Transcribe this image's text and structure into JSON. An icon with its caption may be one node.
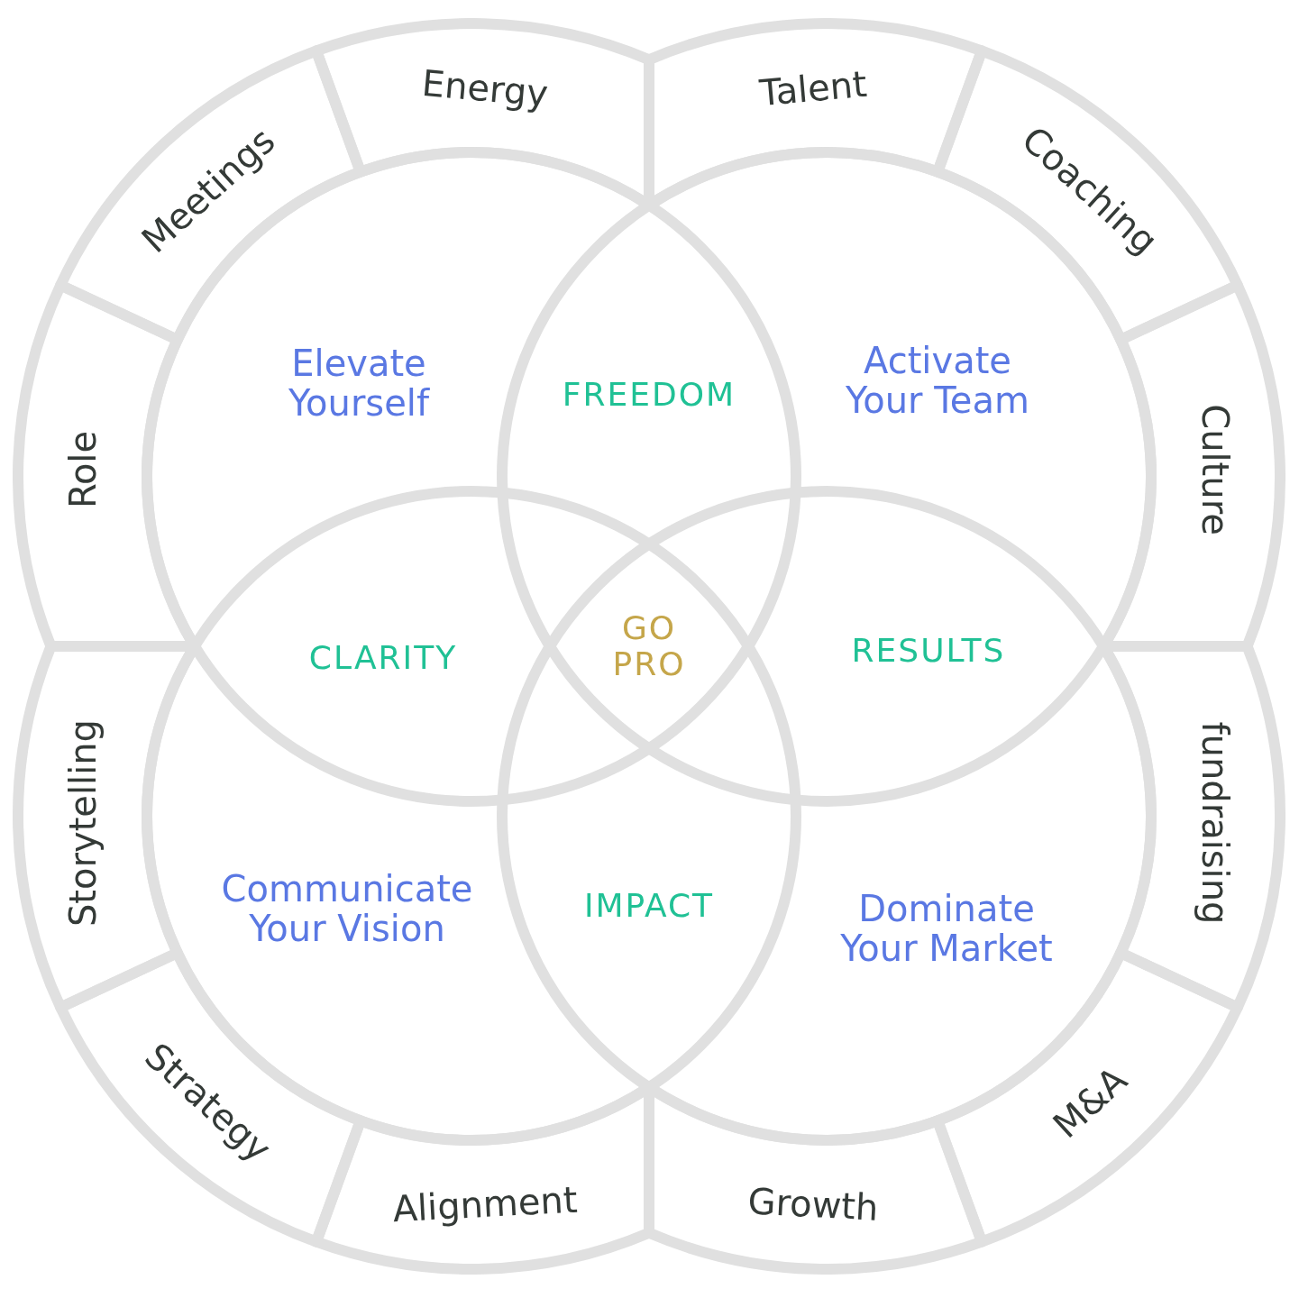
{
  "diagram": {
    "nodes": [
      {
        "text": [
          "Energy"
        ]
      },
      {
        "text": [
          "Talent"
        ]
      },
      {
        "text": [
          "Meetings"
        ]
      },
      {
        "text": [
          "Coaching"
        ]
      },
      {
        "text": [
          "Elevate Yourself"
        ]
      },
      {
        "text": [
          "Activate Your Team"
        ]
      },
      {
        "text": [
          "Role"
        ]
      },
      {
        "text": [
          "Culture"
        ]
      },
      {
        "text": [
          "Storytelling"
        ]
      },
      {
        "text": [
          "Communicate Your Vision"
        ]
      },
      {
        "text": [
          "Dominate Your Market"
        ]
      },
      {
        "text": [
          "fundraising"
        ]
      },
      {
        "text": [
          "Strategy"
        ]
      },
      {
        "text": [
          "M&A"
        ]
      },
      {
        "text": [
          "Alignment"
        ]
      },
      {
        "text": [
          "Growth"
        ]
      }
    ],
    "labels": [
      "FREEDOM",
      "CLARITY",
      "GO PRO",
      "RESULTS",
      "IMPACT"
    ]
  }
}
